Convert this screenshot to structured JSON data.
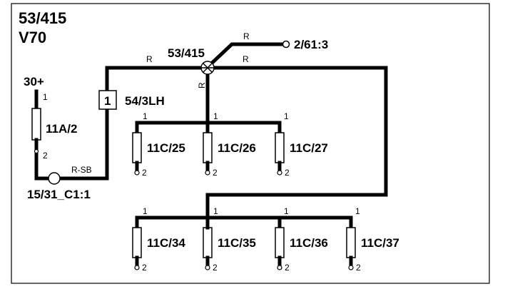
{
  "header": {
    "code": "53/415",
    "model": "V70"
  },
  "supply": {
    "label": "30+",
    "pin_top": "1",
    "pin_bottom": "2"
  },
  "fuse": {
    "label": "11A/2"
  },
  "connector": {
    "pin": "1",
    "label": "54/3LH"
  },
  "ground": {
    "label": "15/31_C1:1",
    "wire_color": "R-SB"
  },
  "splice": {
    "label": "53/415",
    "wire_left": "R",
    "wire_up": "R",
    "wire_right": "R",
    "wire_down": "R"
  },
  "branch_terminal": {
    "label": "2/61:3"
  },
  "row1": [
    {
      "label": "11C/25",
      "pin_top": "1",
      "pin_bottom": "2"
    },
    {
      "label": "11C/26",
      "pin_top": "1",
      "pin_bottom": "2"
    },
    {
      "label": "11C/27",
      "pin_top": "1",
      "pin_bottom": "2"
    }
  ],
  "row2": [
    {
      "label": "11C/34",
      "pin_top": "1",
      "pin_bottom": "2"
    },
    {
      "label": "11C/35",
      "pin_top": "1",
      "pin_bottom": "2"
    },
    {
      "label": "11C/36",
      "pin_top": "1",
      "pin_bottom": "2"
    },
    {
      "label": "11C/37",
      "pin_top": "1",
      "pin_bottom": "2"
    }
  ]
}
